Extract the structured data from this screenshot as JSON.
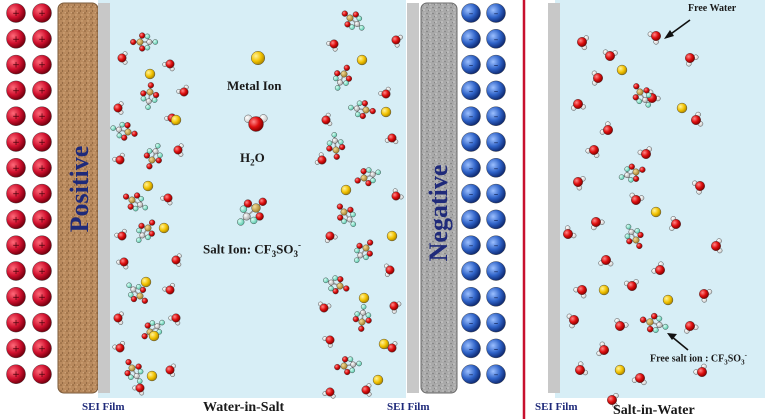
{
  "diagram": {
    "electrodes": {
      "positive_label": "Positive",
      "negative_label": "Negative"
    },
    "legend": {
      "metal_ion": "Metal Ion",
      "water_prefix": "H",
      "water_sub": "2",
      "water_suffix": "O",
      "salt_ion_prefix": "Salt Ion: CF",
      "salt_ion_sub": "3",
      "salt_ion_mid": "SO",
      "salt_ion_sub2": "3",
      "salt_ion_sup": "-"
    },
    "labels": {
      "sei_film_left": "SEI Film",
      "sei_film_mid": "SEI Film",
      "sei_film_right": "SEI Film",
      "water_in_salt": "Water-in-Salt",
      "salt_in_water": "Salt-in-Water",
      "free_water": "Free Water",
      "free_salt_ion_prefix": "Free salt ion : CF",
      "free_salt_ion_sub": "3",
      "free_salt_ion_mid": "SO",
      "free_salt_ion_sub2": "3",
      "free_salt_ion_sup": "-"
    },
    "colors": {
      "electrolyte_bg": "#d7eef6",
      "cation_red": "#c8102e",
      "anion_blue": "#2f63c8",
      "positive_electrode": "#b98a5e",
      "negative_electrode": "#a8a8a8",
      "sei_film": "#c8c8c8",
      "divider": "#c8102e",
      "oxygen": "#e01010",
      "hydrogen": "#ffffff",
      "sulfur": "#c9a54a",
      "fluorine": "#7fdcc4",
      "carbon": "#cfcfcf",
      "metal_ion": "#f2c200",
      "text_navy": "#1f2a7a"
    }
  }
}
